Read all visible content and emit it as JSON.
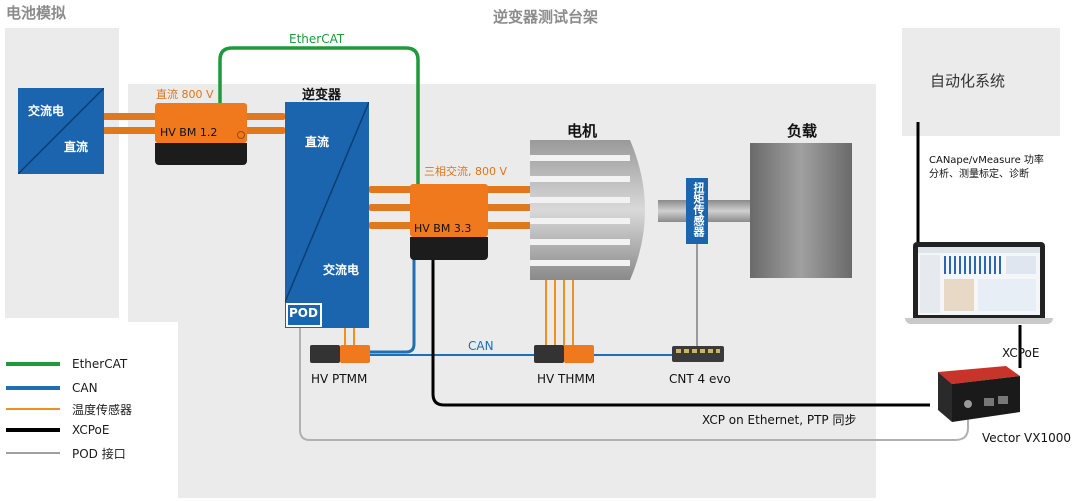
{
  "titles": {
    "battery_sim": "电池模拟",
    "test_bench": "逆变器测试台架"
  },
  "converter": {
    "ac": "交流电",
    "dc": "直流"
  },
  "inverter": {
    "title": "逆变器",
    "dc": "直流",
    "ac": "交流电",
    "pod": "POD"
  },
  "motor": {
    "title": "电机"
  },
  "load": {
    "title": "负载"
  },
  "torque_sensor": {
    "label": "扭矩传感器"
  },
  "automation": {
    "label": "自动化系统"
  },
  "laptop_caption": {
    "line1": "CANape/vMeasure 功率",
    "line2": "分析、测量标定、诊断"
  },
  "modules": {
    "hvbm12": {
      "name": "HV BM 1.2",
      "spec": "直流 800 V"
    },
    "hvbm33": {
      "name": "HV BM 3.3",
      "spec": "三相交流, 800 V"
    },
    "ptmm": "HV PTMM",
    "thmm": "HV THMM",
    "cnt": "CNT 4 evo",
    "vx": "Vector VX1000"
  },
  "connections": {
    "ethercat": "EtherCAT",
    "can": "CAN",
    "xcpoe": "XCPoE",
    "xcp_eth": "XCP on Ethernet, PTP 同步"
  },
  "legend": [
    {
      "label": "EtherCAT",
      "color": "#1e9a3c"
    },
    {
      "label": "CAN",
      "color": "#1f6fb5"
    },
    {
      "label": "温度传感器",
      "color": "#f0901e"
    },
    {
      "label": "XCPoE",
      "color": "#000000"
    },
    {
      "label": "POD 接口",
      "color": "#a0a0a0"
    }
  ],
  "colors": {
    "block_blue": "#1a65ad",
    "orange": "#f0791e",
    "region": "#ebebeb"
  }
}
